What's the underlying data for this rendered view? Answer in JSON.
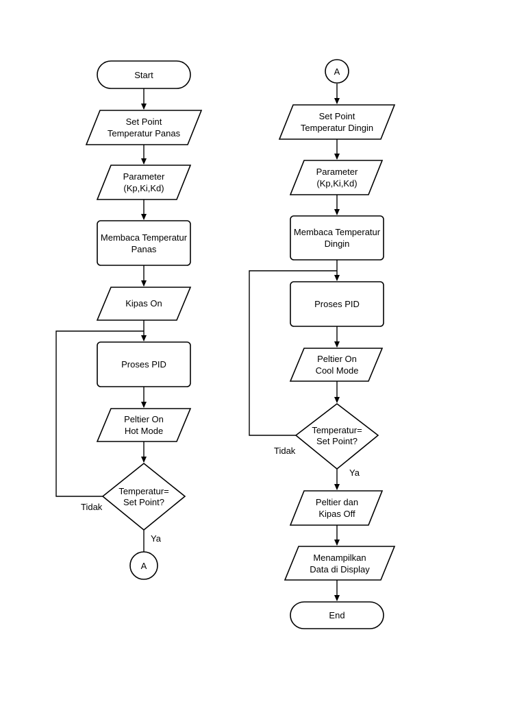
{
  "left_flow": {
    "start": "Start",
    "setpoint": [
      "Set Point",
      "Temperatur Panas"
    ],
    "parameter": [
      "Parameter",
      "(Kp,Ki,Kd)"
    ],
    "read_temp": [
      "Membaca Temperatur",
      "Panas"
    ],
    "fan_on": "Kipas On",
    "pid": "Proses PID",
    "peltier": [
      "Peltier On",
      "Hot Mode"
    ],
    "decision": [
      "Temperatur=",
      "Set Point?"
    ],
    "no_label": "Tidak",
    "yes_label": "Ya",
    "connector": "A"
  },
  "right_flow": {
    "connector": "A",
    "setpoint": [
      "Set Point",
      "Temperatur Dingin"
    ],
    "parameter": [
      "Parameter",
      "(Kp,Ki,Kd)"
    ],
    "read_temp": [
      "Membaca Temperatur",
      "Dingin"
    ],
    "pid": "Proses PID",
    "peltier": [
      "Peltier On",
      "Cool Mode"
    ],
    "decision": [
      "Temperatur=",
      "Set Point?"
    ],
    "no_label": "Tidak",
    "yes_label": "Ya",
    "off": [
      "Peltier dan",
      "Kipas Off"
    ],
    "display": [
      "Menampilkan",
      "Data di Display"
    ],
    "end": "End"
  }
}
